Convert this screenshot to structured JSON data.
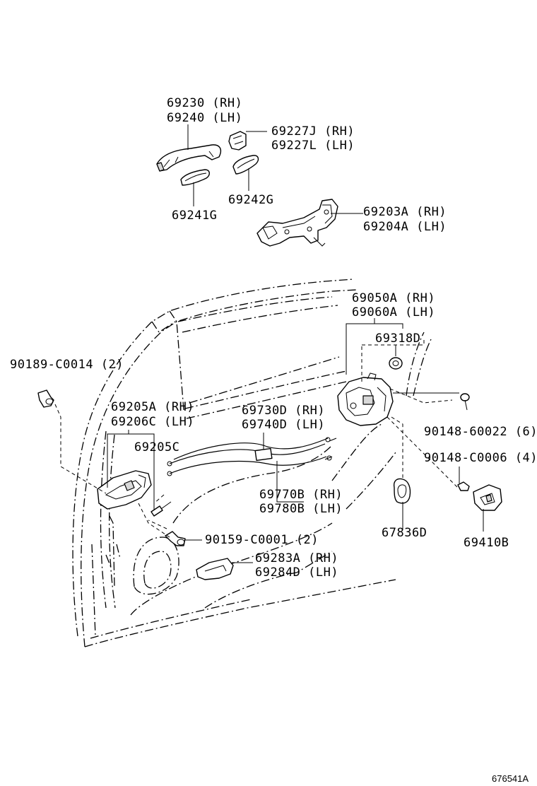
{
  "callouts": {
    "c1": [
      "69230 (RH)",
      "69240 (LH)"
    ],
    "c2": [
      "69227J (RH)",
      "69227L (LH)"
    ],
    "c3": [
      "69242G"
    ],
    "c4": [
      "69241G"
    ],
    "c5": [
      "69203A (RH)",
      "69204A (LH)"
    ],
    "c6": [
      "69050A (RH)",
      "69060A (LH)"
    ],
    "c7": [
      "69318D"
    ],
    "c8": [
      "90189-C0014 (2)"
    ],
    "c9": [
      "69205A (RH)",
      "69206C (LH)"
    ],
    "c10": [
      "69730D (RH)",
      "69740D (LH)"
    ],
    "c11": [
      "90148-60022 (6)"
    ],
    "c12": [
      "69205C"
    ],
    "c13": [
      "90148-C0006 (4)"
    ],
    "c14": [
      "69770B (RH)",
      "69780B (LH)"
    ],
    "c15": [
      "90159-C0001 (2)"
    ],
    "c16": [
      "67836D"
    ],
    "c17": [
      "69410B"
    ],
    "c18": [
      "69283A (RH)",
      "69284D (LH)"
    ]
  },
  "diagram_ref": "676541A"
}
